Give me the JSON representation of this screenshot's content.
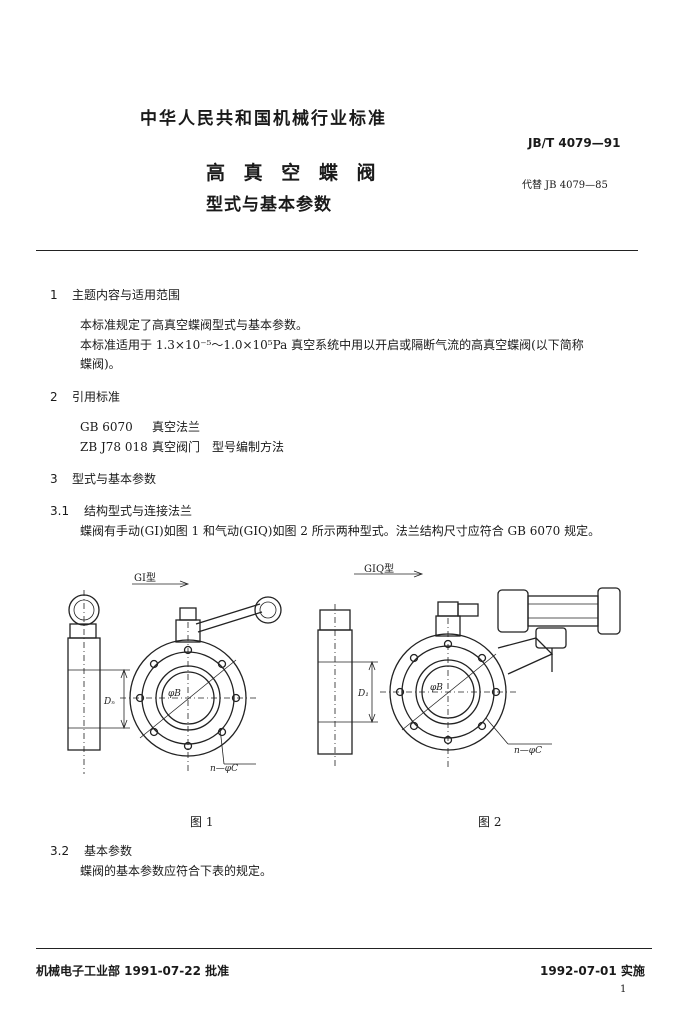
{
  "header": {
    "standard_title": "中华人民共和国机械行业标准",
    "standard_number": "JB/T 4079—91",
    "title": "高 真 空 蝶 阀",
    "subtitle": "型式与基本参数",
    "replaces": "代替 JB 4079—85"
  },
  "sections": {
    "s1": {
      "num": "1",
      "title": "主题内容与适用范围",
      "p1": "本标准规定了高真空蝶阀型式与基本参数。",
      "p2_line1": "本标准适用于 1.3×10⁻⁵～1.0×10⁵Pa 真空系统中用以开启或隔断气流的高真空蝶阀(以下简称",
      "p2_line2": "蝶阀)。"
    },
    "s2": {
      "num": "2",
      "title": "引用标准",
      "refs": [
        {
          "code": "GB 6070",
          "name": "真空法兰"
        },
        {
          "code": "ZB J78 018",
          "name": "真空阀门　型号编制方法"
        }
      ]
    },
    "s3": {
      "num": "3",
      "title": "型式与基本参数"
    },
    "s31": {
      "num": "3.1",
      "title": "结构型式与连接法兰",
      "p": "蝶阀有手动(GI)如图 1 和气动(GIQ)如图 2 所示两种型式。法兰结构尺寸应符合 GB 6070 规定。"
    },
    "s32": {
      "num": "3.2",
      "title": "基本参数",
      "p": "蝶阀的基本参数应符合下表的规定。"
    }
  },
  "figures": {
    "fig1": {
      "type_label": "GI型",
      "caption": "图 1",
      "label_dn": "Dₙ",
      "label_phib": "φB",
      "label_holes": "n—φC"
    },
    "fig2": {
      "type_label": "GIQ型",
      "caption": "图 2",
      "label_dn": "D₁",
      "label_phib": "φB",
      "label_holes": "n—φC"
    }
  },
  "footer": {
    "issuer": "机械电子工业部 1991-07-22 批准",
    "effective": "1992-07-01 实施",
    "page": "1"
  }
}
